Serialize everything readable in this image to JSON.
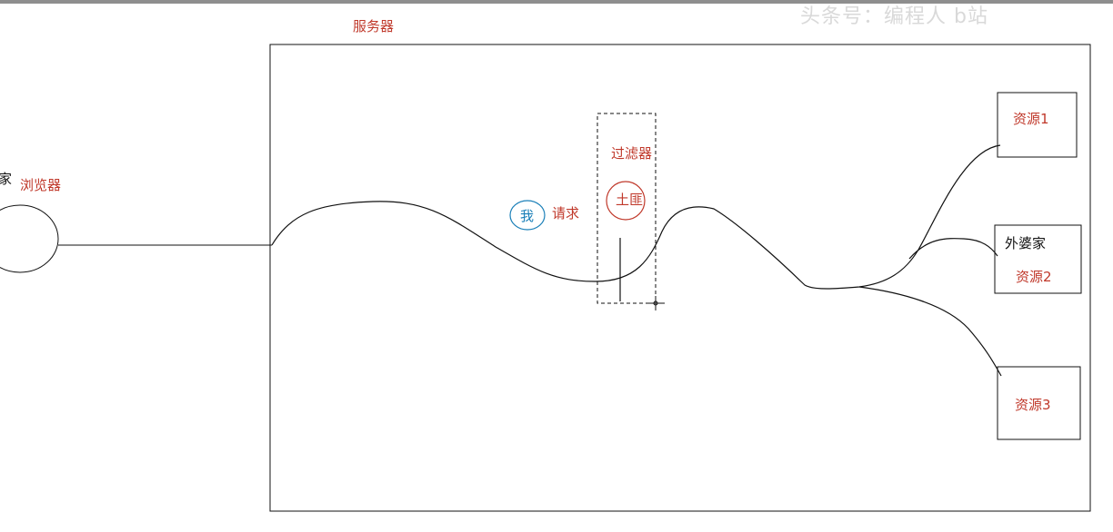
{
  "labels": {
    "server": "服务器",
    "browser": "浏览器",
    "home_partial": "家",
    "filter": "过滤器",
    "bandit": "土匪",
    "me": "我",
    "request": "请求",
    "grandma_home": "外婆家",
    "resource1": "资源1",
    "resource2": "资源2",
    "resource3": "资源3"
  },
  "watermark": "头条号：编程人 b站",
  "colors": {
    "red_text": "#c0392b",
    "blue_circle": "#1a7fb8",
    "line": "#111111",
    "dashed": "#111111"
  }
}
